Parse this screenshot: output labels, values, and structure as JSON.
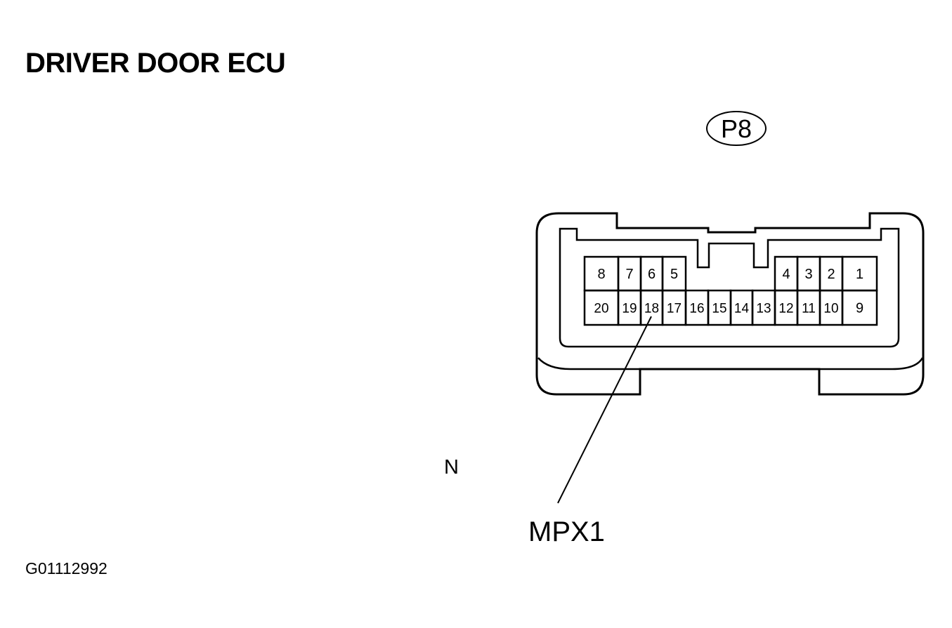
{
  "title": "DRIVER DOOR ECU",
  "connector_code": "P8",
  "terminals_top_left": [
    "8",
    "7",
    "6",
    "5"
  ],
  "terminals_top_right": [
    "4",
    "3",
    "2",
    "1"
  ],
  "terminals_bottom": [
    "20",
    "19",
    "18",
    "17",
    "16",
    "15",
    "14",
    "13",
    "12",
    "11",
    "10",
    "9"
  ],
  "callout_label": "MPX1",
  "side_label": "N",
  "figure_id": "G01112992"
}
